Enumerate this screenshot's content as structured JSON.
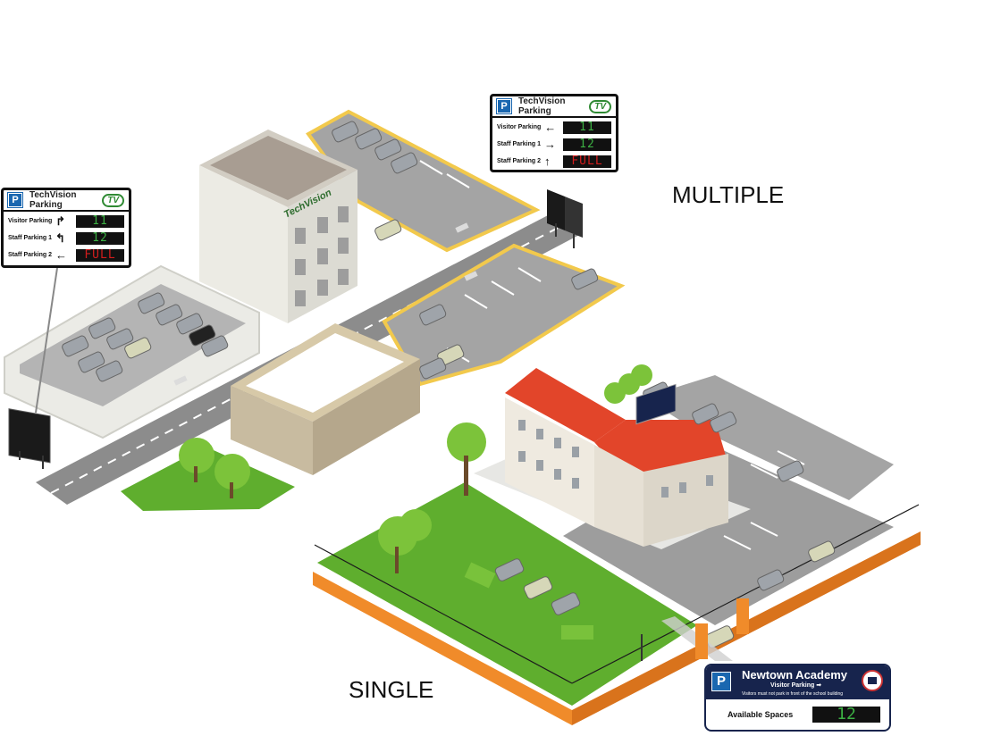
{
  "captions": {
    "multiple": "MULTIPLE",
    "single": "SINGLE"
  },
  "building_logo": "TechVision",
  "sign_left": {
    "brand": "TechVision Parking",
    "logo": "TV",
    "rows": [
      {
        "label": "Visitor Parking",
        "arrow": "↱",
        "value": "11",
        "state": "ok"
      },
      {
        "label": "Staff Parking 1",
        "arrow": "↰",
        "value": "12",
        "state": "ok"
      },
      {
        "label": "Staff Parking 2",
        "arrow": "←",
        "value": "FULL",
        "state": "full"
      }
    ]
  },
  "sign_right": {
    "brand": "TechVision Parking",
    "logo": "TV",
    "rows": [
      {
        "label": "Visitor Parking",
        "arrow": "←",
        "value": "11",
        "state": "ok"
      },
      {
        "label": "Staff Parking 1",
        "arrow": "→",
        "value": "12",
        "state": "ok"
      },
      {
        "label": "Staff Parking 2",
        "arrow": "↑",
        "value": "FULL",
        "state": "full"
      }
    ]
  },
  "academy_sign": {
    "name": "Newtown Academy",
    "visitor": "Visitor Parking ➡",
    "warning": "Visitors must not park in front of the school building",
    "available_label": "Available Spaces",
    "available_value": "12"
  },
  "colors": {
    "grass": "#5fae2e",
    "asphalt": "#9d9d9d",
    "road": "#8c8c8c",
    "roof_red": "#e2452a",
    "fence_wall": "#f08b2a",
    "led_green": "#3cb043",
    "led_red": "#d21d1d",
    "parking_blue": "#1a67b0",
    "academy_navy": "#17244d"
  }
}
